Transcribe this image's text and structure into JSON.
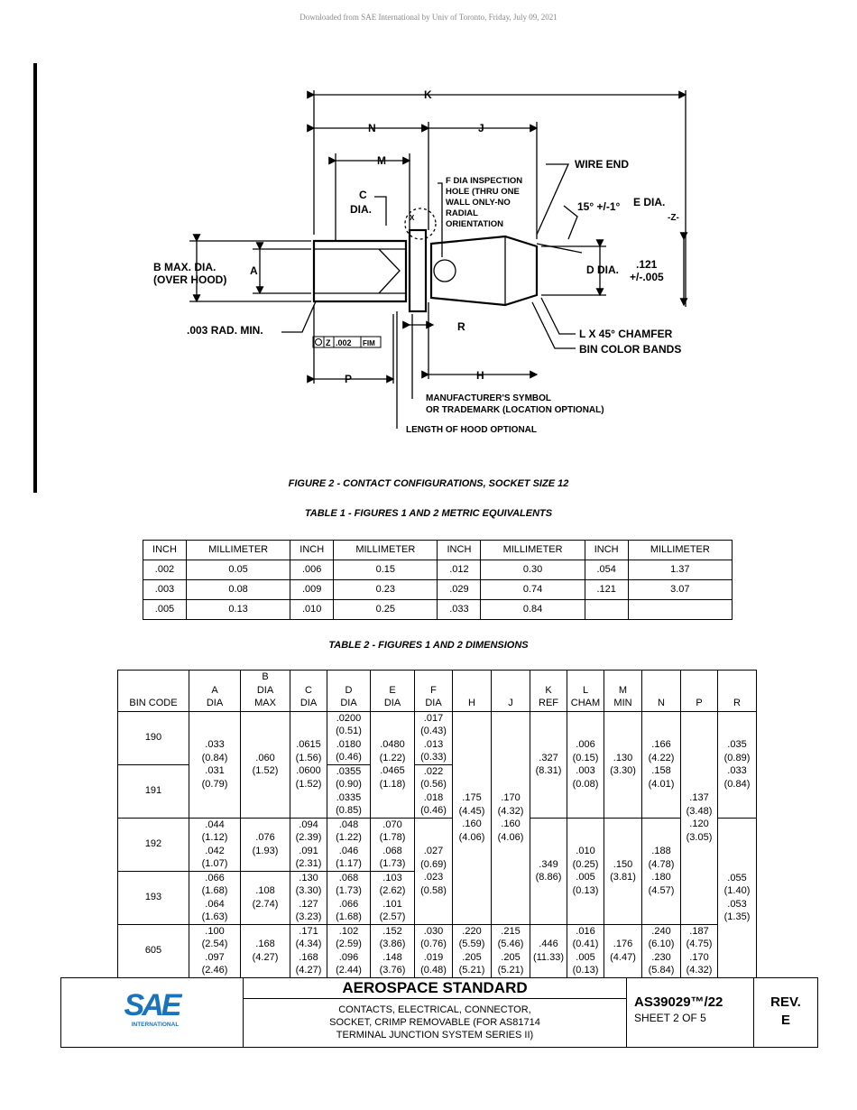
{
  "header": {
    "download_note": "Downloaded from SAE International by Univ of Toronto, Friday, July 09, 2021"
  },
  "figure": {
    "labels": {
      "K": "K",
      "N": "N",
      "J": "J",
      "M": "M",
      "C_top": "C",
      "C_bottom": "DIA.",
      "f_dia_1": "F DIA INSPECTION",
      "f_dia_2": "HOLE (THRU ONE",
      "f_dia_3": "WALL ONLY-NO",
      "f_dia_4": "RADIAL",
      "f_dia_5": "ORIENTATION",
      "wire_end": "WIRE END",
      "angle": "15° +/-1°",
      "e_dia": "E DIA.",
      "z_datum": "-Z-",
      "x_mark": "X",
      "b_max_1": "B MAX. DIA.",
      "b_max_2": "(OVER HOOD)",
      "A": "A",
      "d_dia": "D DIA.",
      "dim_121": ".121",
      "dim_tol": "+/-.005",
      "rad_min": ".003 RAD. MIN.",
      "R": "R",
      "chamfer": "L X 45° CHAMFER",
      "bin_bands": "BIN COLOR BANDS",
      "fcf_z": "Z",
      "fcf_tol": ".002",
      "fcf_fim": "FIM",
      "H": "H",
      "P": "P",
      "mfr_1": "MANUFACTURER'S SYMBOL",
      "mfr_2": "OR TRADEMARK (LOCATION OPTIONAL)",
      "hood": "LENGTH OF HOOD OPTIONAL"
    },
    "caption": "FIGURE 2 - CONTACT CONFIGURATIONS, SOCKET SIZE 12"
  },
  "table1": {
    "title": "TABLE 1 - FIGURES 1 AND 2 METRIC EQUIVALENTS",
    "headers": [
      "INCH",
      "MILLIMETER",
      "INCH",
      "MILLIMETER",
      "INCH",
      "MILLIMETER",
      "INCH",
      "MILLIMETER"
    ],
    "rows": [
      [
        ".002",
        "0.05",
        ".006",
        "0.15",
        ".012",
        "0.30",
        ".054",
        "1.37"
      ],
      [
        ".003",
        "0.08",
        ".009",
        "0.23",
        ".029",
        "0.74",
        ".121",
        "3.07"
      ],
      [
        ".005",
        "0.13",
        ".010",
        "0.25",
        ".033",
        "0.84",
        "",
        ""
      ]
    ]
  },
  "table2": {
    "title": "TABLE 2 - FIGURES 1 AND 2 DIMENSIONS",
    "headers": [
      "BIN CODE",
      "A\nDIA",
      "B\nDIA\nMAX",
      "C\nDIA",
      "D\nDIA",
      "E\nDIA",
      "F\nDIA",
      "H",
      "J",
      "K\nREF",
      "L\nCHAM",
      "M\nMIN",
      "N",
      "P",
      "R"
    ],
    "bins": [
      "190",
      "191",
      "192",
      "193",
      "605"
    ],
    "A": [
      ".033\n(0.84)\n.031\n(0.79)",
      ".044\n(1.12)\n.042\n(1.07)",
      ".066\n(1.68)\n.064\n(1.63)",
      ".100\n(2.54)\n.097\n(2.46)"
    ],
    "B": [
      ".060\n(1.52)",
      ".076\n(1.93)",
      ".108\n(2.74)",
      ".168\n(4.27)"
    ],
    "C": [
      ".0615\n(1.56)\n.0600\n(1.52)",
      ".094\n(2.39)\n.091\n(2.31)",
      ".130\n(3.30)\n.127\n(3.23)",
      ".171\n(4.34)\n.168\n(4.27)"
    ],
    "D": [
      ".0200\n(0.51)\n.0180\n(0.46)",
      ".0355\n(0.90)\n.0335\n(0.85)",
      ".048\n(1.22)\n.046\n(1.17)",
      ".068\n(1.73)\n.066\n(1.68)",
      ".102\n(2.59)\n.096\n(2.44)"
    ],
    "E": [
      ".0480\n(1.22)\n.0465\n(1.18)",
      ".070\n(1.78)\n.068\n(1.73)",
      ".103\n(2.62)\n.101\n(2.57)",
      ".152\n(3.86)\n.148\n(3.76)"
    ],
    "F": [
      ".017\n(0.43)\n.013\n(0.33)",
      ".022\n(0.56)\n.018\n(0.46)",
      ".027\n(0.69)\n.023\n(0.58)",
      ".030\n(0.76)\n.019\n(0.48)"
    ],
    "H": [
      ".175\n(4.45)\n.160\n(4.06)",
      ".220\n(5.59)\n.205\n(5.21)"
    ],
    "J": [
      ".170\n(4.32)\n.160\n(4.06)",
      ".215\n(5.46)\n.205\n(5.21)"
    ],
    "K": [
      ".327\n(8.31)",
      ".349\n(8.86)",
      ".446\n(11.33)"
    ],
    "L": [
      ".006\n(0.15)\n.003\n(0.08)",
      ".010\n(0.25)\n.005\n(0.13)",
      ".016\n(0.41)\n.005\n(0.13)"
    ],
    "M": [
      ".130\n(3.30)",
      ".150\n(3.81)",
      ".176\n(4.47)"
    ],
    "N": [
      ".166\n(4.22)\n.158\n(4.01)",
      ".188\n(4.78)\n.180\n(4.57)",
      ".240\n(6.10)\n.230\n(5.84)"
    ],
    "P": [
      ".137\n(3.48)\n.120\n(3.05)",
      ".187\n(4.75)\n.170\n(4.32)"
    ],
    "R": [
      ".035\n(0.89)\n.033\n(0.84)",
      ".055\n(1.40)\n.053\n(1.35)"
    ]
  },
  "footer": {
    "logo_text": "SAE",
    "logo_sub": "INTERNATIONAL",
    "title": "AEROSPACE STANDARD",
    "desc_1": "CONTACTS, ELECTRICAL, CONNECTOR,",
    "desc_2": "SOCKET, CRIMP REMOVABLE (FOR AS81714",
    "desc_3": "TERMINAL JUNCTION SYSTEM SERIES II)",
    "doc_number": "AS39029™/22",
    "sheet": "SHEET 2 OF 5",
    "rev_label": "REV.",
    "rev": "E"
  },
  "colors": {
    "logo_blue": "#1a74bb",
    "download_gray": "#8a8a8a"
  }
}
